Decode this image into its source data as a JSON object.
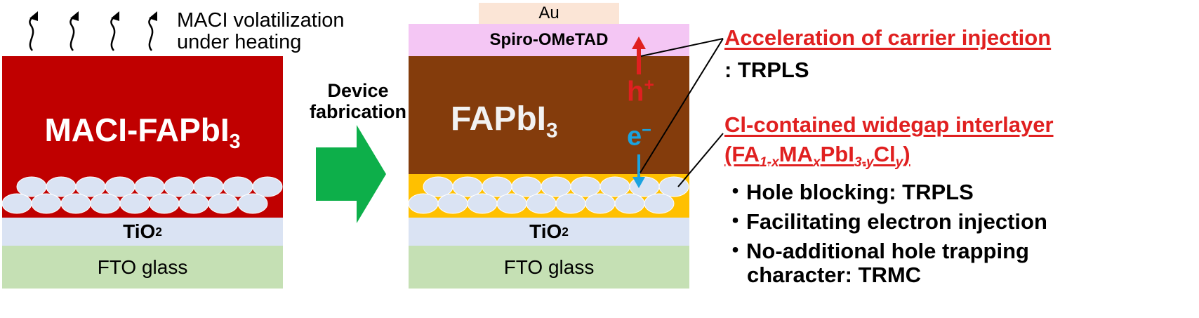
{
  "left": {
    "heat_note_line1": "MACI volatilization",
    "heat_note_line2": "under heating",
    "film_label_main": "MACI-FAPbI",
    "film_label_sub": "3",
    "tio2_main": "TiO",
    "tio2_sub": "2",
    "fto": "FTO glass"
  },
  "arrow": {
    "line1": "Device",
    "line2": "fabrication",
    "color": "#0daf4a"
  },
  "right": {
    "au": "Au",
    "spiro": "Spiro-OMeTAD",
    "film_label_main": "FAPbI",
    "film_label_sub": "3",
    "hole_main": "h",
    "hole_sup": "+",
    "electron_main": "e",
    "electron_sup": "−",
    "tio2_main": "TiO",
    "tio2_sub": "2",
    "fto": "FTO glass"
  },
  "annotations": {
    "carrier_title": "Acceleration of carrier injection",
    "carrier_sub": ": TRPLS",
    "interlayer_title": "Cl-contained widegap interlayer",
    "formula": {
      "p1": "(FA",
      "s1": "1-x",
      "p2": "MA",
      "s2": "x",
      "p3": "PbI",
      "s3": "3-y",
      "p4": "Cl",
      "s4": "y",
      "p5": ")"
    },
    "bullets": [
      "・Hole blocking: TRPLS",
      "・Facilitating electron injection",
      "・No-additional hole trapping"
    ],
    "bullet_continuation": "character: TRMC"
  },
  "colors": {
    "red_film": "#c00000",
    "brown_film": "#843c0c",
    "spiro": "#f4c6f4",
    "au": "#fbe5d6",
    "interlayer": "#ffc000",
    "accent_red": "#e02020",
    "electron_blue": "#1aa3e0"
  }
}
